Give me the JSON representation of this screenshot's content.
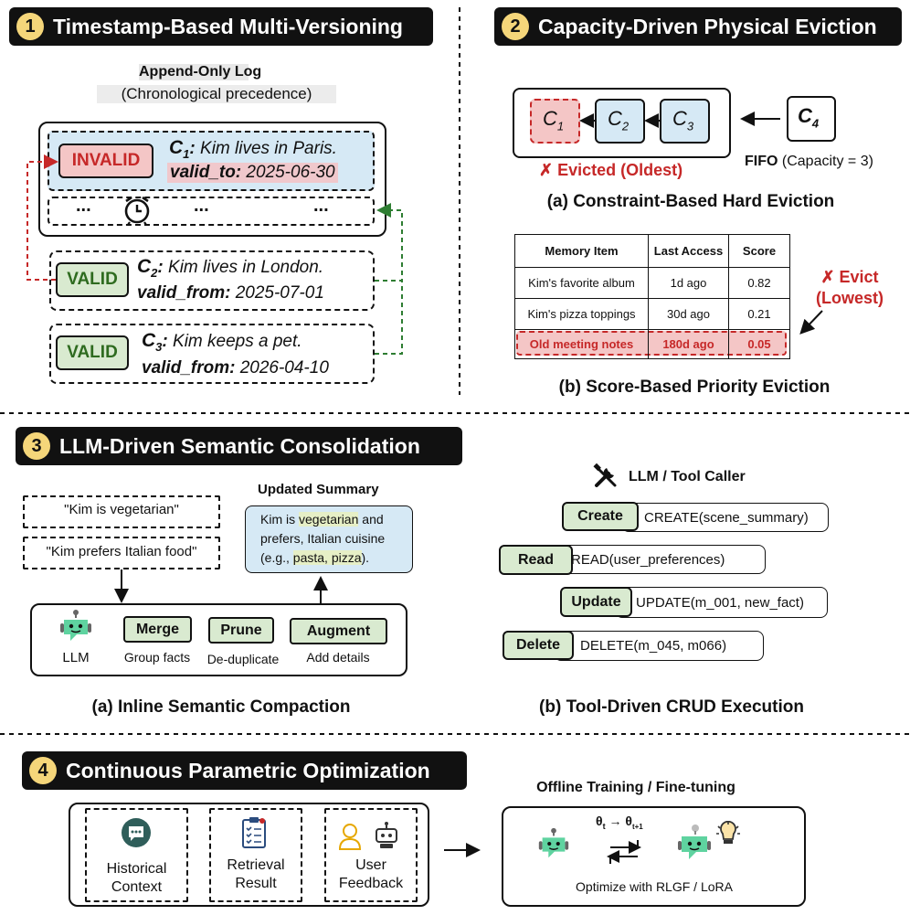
{
  "section1": {
    "num": "1",
    "title": "Timestamp-Based Multi-Versioning",
    "log_title": "Append-Only Log",
    "log_subtitle": "(Chronological precedence)",
    "c1": {
      "id": "C",
      "sub": "1",
      "text": "Kim lives in Paris.",
      "field": "valid_to:",
      "date": "2025-06-30",
      "status": "INVALID"
    },
    "dots": "...",
    "c2": {
      "id": "C",
      "sub": "2",
      "text": "Kim lives in London.",
      "field": "valid_from:",
      "date": "2025-07-01",
      "status": "VALID"
    },
    "c3": {
      "id": "C",
      "sub": "3",
      "text": "Kim keeps a pet.",
      "field": "valid_from:",
      "date": "2026-04-10",
      "status": "VALID"
    }
  },
  "section2": {
    "num": "2",
    "title": "Capacity-Driven Physical Eviction",
    "queue": [
      {
        "id": "C",
        "sub": "1"
      },
      {
        "id": "C",
        "sub": "2"
      },
      {
        "id": "C",
        "sub": "3"
      }
    ],
    "incoming": {
      "id": "C",
      "sub": "4"
    },
    "evicted_label": "✗ Evicted (Oldest)",
    "fifo_label": "FIFO",
    "fifo_detail": "(Capacity = 3)",
    "caption_a": "(a) Constraint-Based Hard Eviction",
    "table": {
      "headers": [
        "Memory Item",
        "Last Access",
        "Score"
      ],
      "rows": [
        [
          "Kim's favorite album",
          "1d ago",
          "0.82"
        ],
        [
          "Kim's pizza toppings",
          "30d ago",
          "0.21"
        ],
        [
          "Old meeting notes",
          "180d ago",
          "0.05"
        ]
      ]
    },
    "evict_label_1": "✗ Evict",
    "evict_label_2": "(Lowest)",
    "caption_b": "(b) Score-Based Priority Eviction"
  },
  "section3": {
    "num": "3",
    "title": "LLM-Driven Semantic Consolidation",
    "fact1": "\"Kim is vegetarian\"",
    "fact2": "\"Kim prefers Italian food\"",
    "summary_title": "Updated Summary",
    "summary_lines": [
      "Kim is ",
      "vegetarian",
      " and",
      "prefers, Italian cuisine",
      "(e.g., ",
      "pasta, pizza",
      ")."
    ],
    "llm_label": "LLM",
    "ops": [
      {
        "name": "Merge",
        "desc": "Group facts"
      },
      {
        "name": "Prune",
        "desc": "De-duplicate"
      },
      {
        "name": "Augment",
        "desc": "Add details"
      }
    ],
    "caption_a": "(a) Inline Semantic Compaction",
    "tool_title": "LLM / Tool Caller",
    "crud": [
      {
        "op": "Create",
        "call": "CREATE(scene_summary)"
      },
      {
        "op": "Read",
        "call": "READ(user_preferences)"
      },
      {
        "op": "Update",
        "call": "UPDATE(m_001, new_fact)"
      },
      {
        "op": "Delete",
        "call": "DELETE(m_045, m066)"
      }
    ],
    "caption_b": "(b) Tool-Driven CRUD Execution"
  },
  "section4": {
    "num": "4",
    "title": "Continuous Parametric Optimization",
    "sources": [
      {
        "line1": "Historical",
        "line2": "Context"
      },
      {
        "line1": "Retrieval",
        "line2": "Result"
      },
      {
        "line1": "User",
        "line2": "Feedback"
      }
    ],
    "training_title": "Offline Training / Fine-tuning",
    "theta": "θt → θt+1",
    "theta_t": "θ",
    "theta_t_sub": "t",
    "theta_arrow": "→",
    "theta_t1": "θ",
    "theta_t1_sub": "t+1",
    "optimize_label": "Optimize with RLGF / LoRA"
  },
  "colors": {
    "green_fill": "#d9ead0",
    "green_text": "#2e6b1f",
    "red_fill": "#f4c6c6",
    "red_text": "#c62828",
    "blue_fill": "#d6e9f5",
    "badge": "#f5d67a",
    "bot": "#5fd3a0"
  }
}
